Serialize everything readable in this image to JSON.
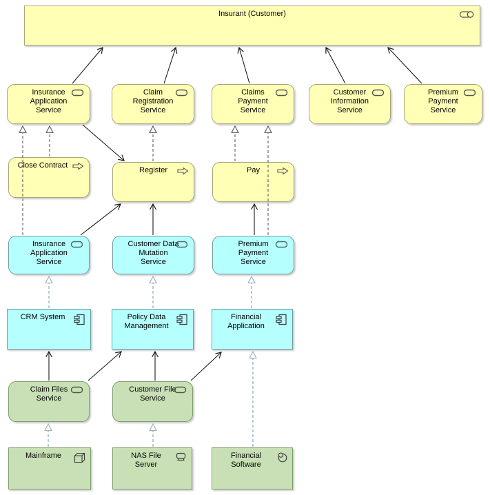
{
  "diagram": {
    "kind": "archimate-layered-view"
  },
  "colors": {
    "business_fill": "#ffffb5",
    "business_border": "#a8a878",
    "application_fill": "#b5ffff",
    "application_border": "#6f9f9f",
    "technology_fill": "#c9e0b6",
    "technology_border": "#7e9e6e",
    "relation_solid": "#1a1a1a",
    "relation_dashed": "#808080",
    "relation_dashed_light": "#9fb2bf"
  },
  "nodes": [
    {
      "id": "insurant",
      "label": "Insurant (Customer)",
      "kind": "business-role"
    },
    {
      "id": "ias-business",
      "label": "Insurance\nApplication\nService",
      "kind": "business-service"
    },
    {
      "id": "claim-registration",
      "label": "Claim\nRegistration\nService",
      "kind": "business-service"
    },
    {
      "id": "claims-payment",
      "label": "Claims\nPayment\nService",
      "kind": "business-service"
    },
    {
      "id": "customer-information",
      "label": "Customer\nInformation\nService",
      "kind": "business-service"
    },
    {
      "id": "premium-payment-business",
      "label": "Premium\nPayment\nService",
      "kind": "business-service"
    },
    {
      "id": "close-contract",
      "label": "Close Contract",
      "kind": "business-process"
    },
    {
      "id": "register",
      "label": "Register",
      "kind": "business-process"
    },
    {
      "id": "pay",
      "label": "Pay",
      "kind": "business-process"
    },
    {
      "id": "ias-application",
      "label": "Insurance\nApplication\nService",
      "kind": "application-service"
    },
    {
      "id": "customer-data-mutation",
      "label": "Customer Data\nMutation\nService",
      "kind": "application-service"
    },
    {
      "id": "premium-payment-app",
      "label": "Premium\nPayment\nService",
      "kind": "application-service"
    },
    {
      "id": "crm-system",
      "label": "CRM System",
      "kind": "application-component"
    },
    {
      "id": "policy-data-management",
      "label": "Policy Data\nManagement",
      "kind": "application-component"
    },
    {
      "id": "financial-application",
      "label": "Financial\nApplication",
      "kind": "application-component"
    },
    {
      "id": "claim-files-service",
      "label": "Claim Files\nService",
      "kind": "technology-service"
    },
    {
      "id": "customer-file-service",
      "label": "Customer File\nService",
      "kind": "technology-service"
    },
    {
      "id": "mainframe",
      "label": "Mainframe",
      "kind": "node"
    },
    {
      "id": "nas-file-server",
      "label": "NAS File Server",
      "kind": "device"
    },
    {
      "id": "financial-software",
      "label": "Financial\nSoftware",
      "kind": "system-software"
    }
  ]
}
